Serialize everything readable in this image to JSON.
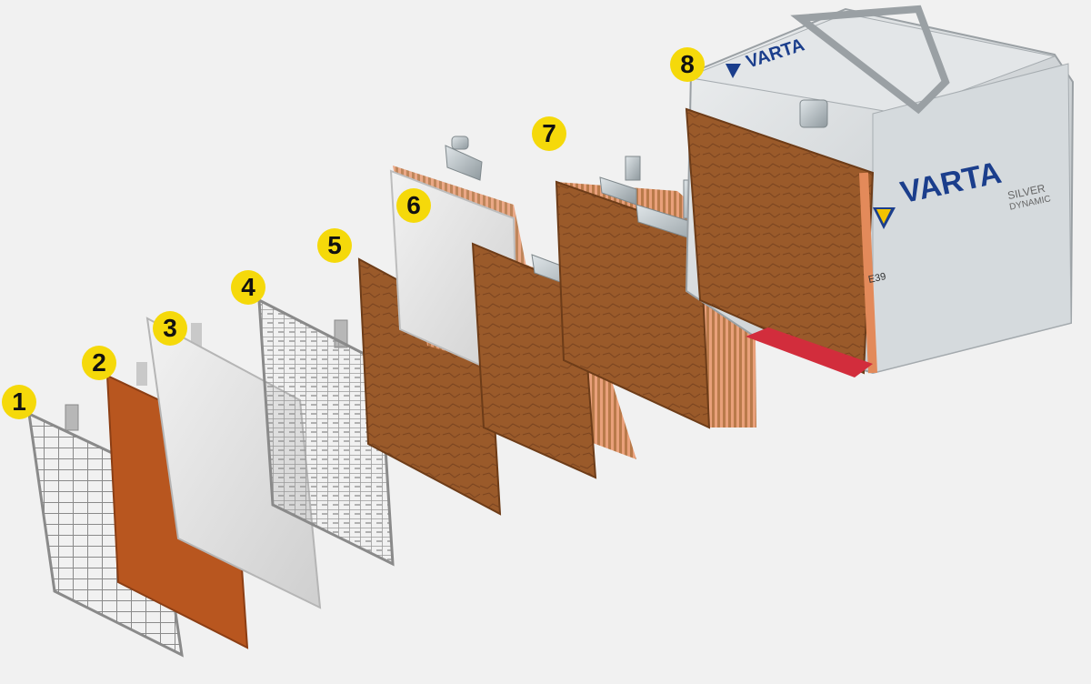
{
  "labels": [
    "1",
    "2",
    "3",
    "4",
    "5",
    "6",
    "7",
    "8"
  ],
  "battery": {
    "brand": "VARTA",
    "line1": "SILVER",
    "line2": "DYNAMIC",
    "model": "E39"
  },
  "colors": {
    "background": "#f1f1f1",
    "badge": "#f5d90a",
    "paste": "#9a5a2a",
    "negative_mass": "#b8561f",
    "separator": "#dddddd",
    "grid": "#8a8a8a",
    "lead": "#a9b3b8",
    "case": "#d9dde0",
    "brand_blue": "#1b3e8c",
    "brand_yellow": "#f2c300"
  }
}
